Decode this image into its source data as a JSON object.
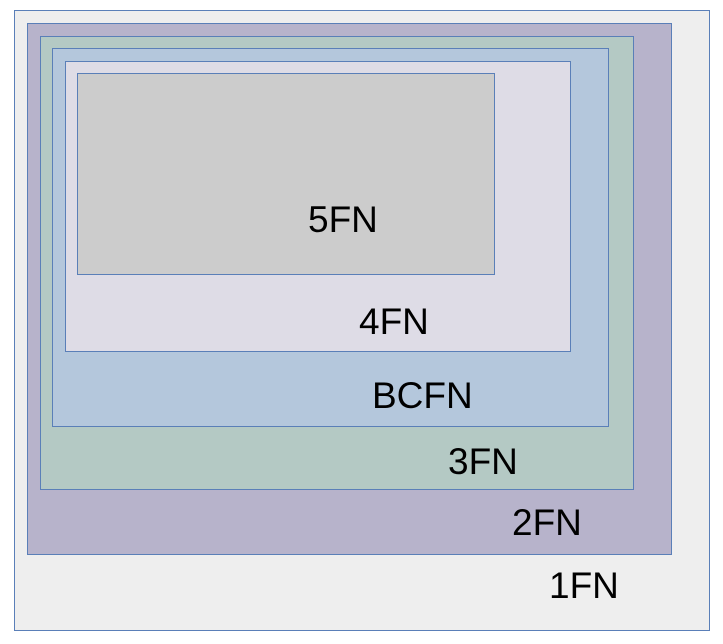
{
  "levels": [
    {
      "id": "1fn",
      "label": "1FN",
      "color": "#eeeeee"
    },
    {
      "id": "2fn",
      "label": "2FN",
      "color": "#b7b3cb"
    },
    {
      "id": "3fn",
      "label": "3FN",
      "color": "#b4c9c4"
    },
    {
      "id": "bcfn",
      "label": "BCFN",
      "color": "#b4c7dc"
    },
    {
      "id": "4fn",
      "label": "4FN",
      "color": "#dedce6"
    },
    {
      "id": "5fn",
      "label": "5FN",
      "color": "#cccccc"
    }
  ],
  "border_color": "#5a7fb8"
}
